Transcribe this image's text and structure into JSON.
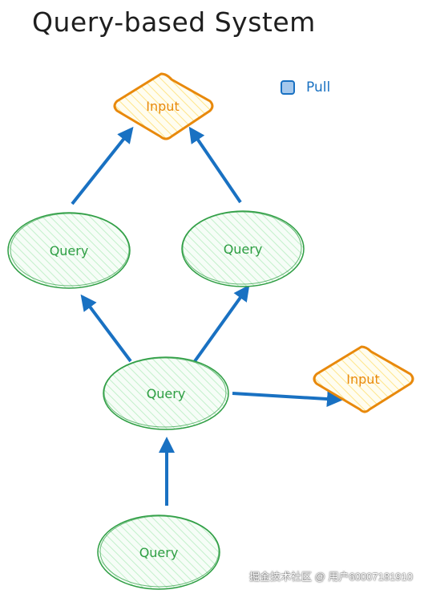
{
  "title": "Query-based System",
  "legend": {
    "label": "Pull",
    "color": "#1971c2"
  },
  "nodes": {
    "input_top": "Input",
    "query_left": "Query",
    "query_right": "Query",
    "query_center": "Query",
    "input_right": "Input",
    "query_bottom": "Query"
  },
  "colors": {
    "input_stroke": "#e8890c",
    "input_fill": "#fff3bf",
    "query_stroke": "#2f9e44",
    "query_fill": "#d3f9d8",
    "arrow": "#1971c2"
  },
  "watermark": "掘金技术社区 @ 用户60007181910"
}
